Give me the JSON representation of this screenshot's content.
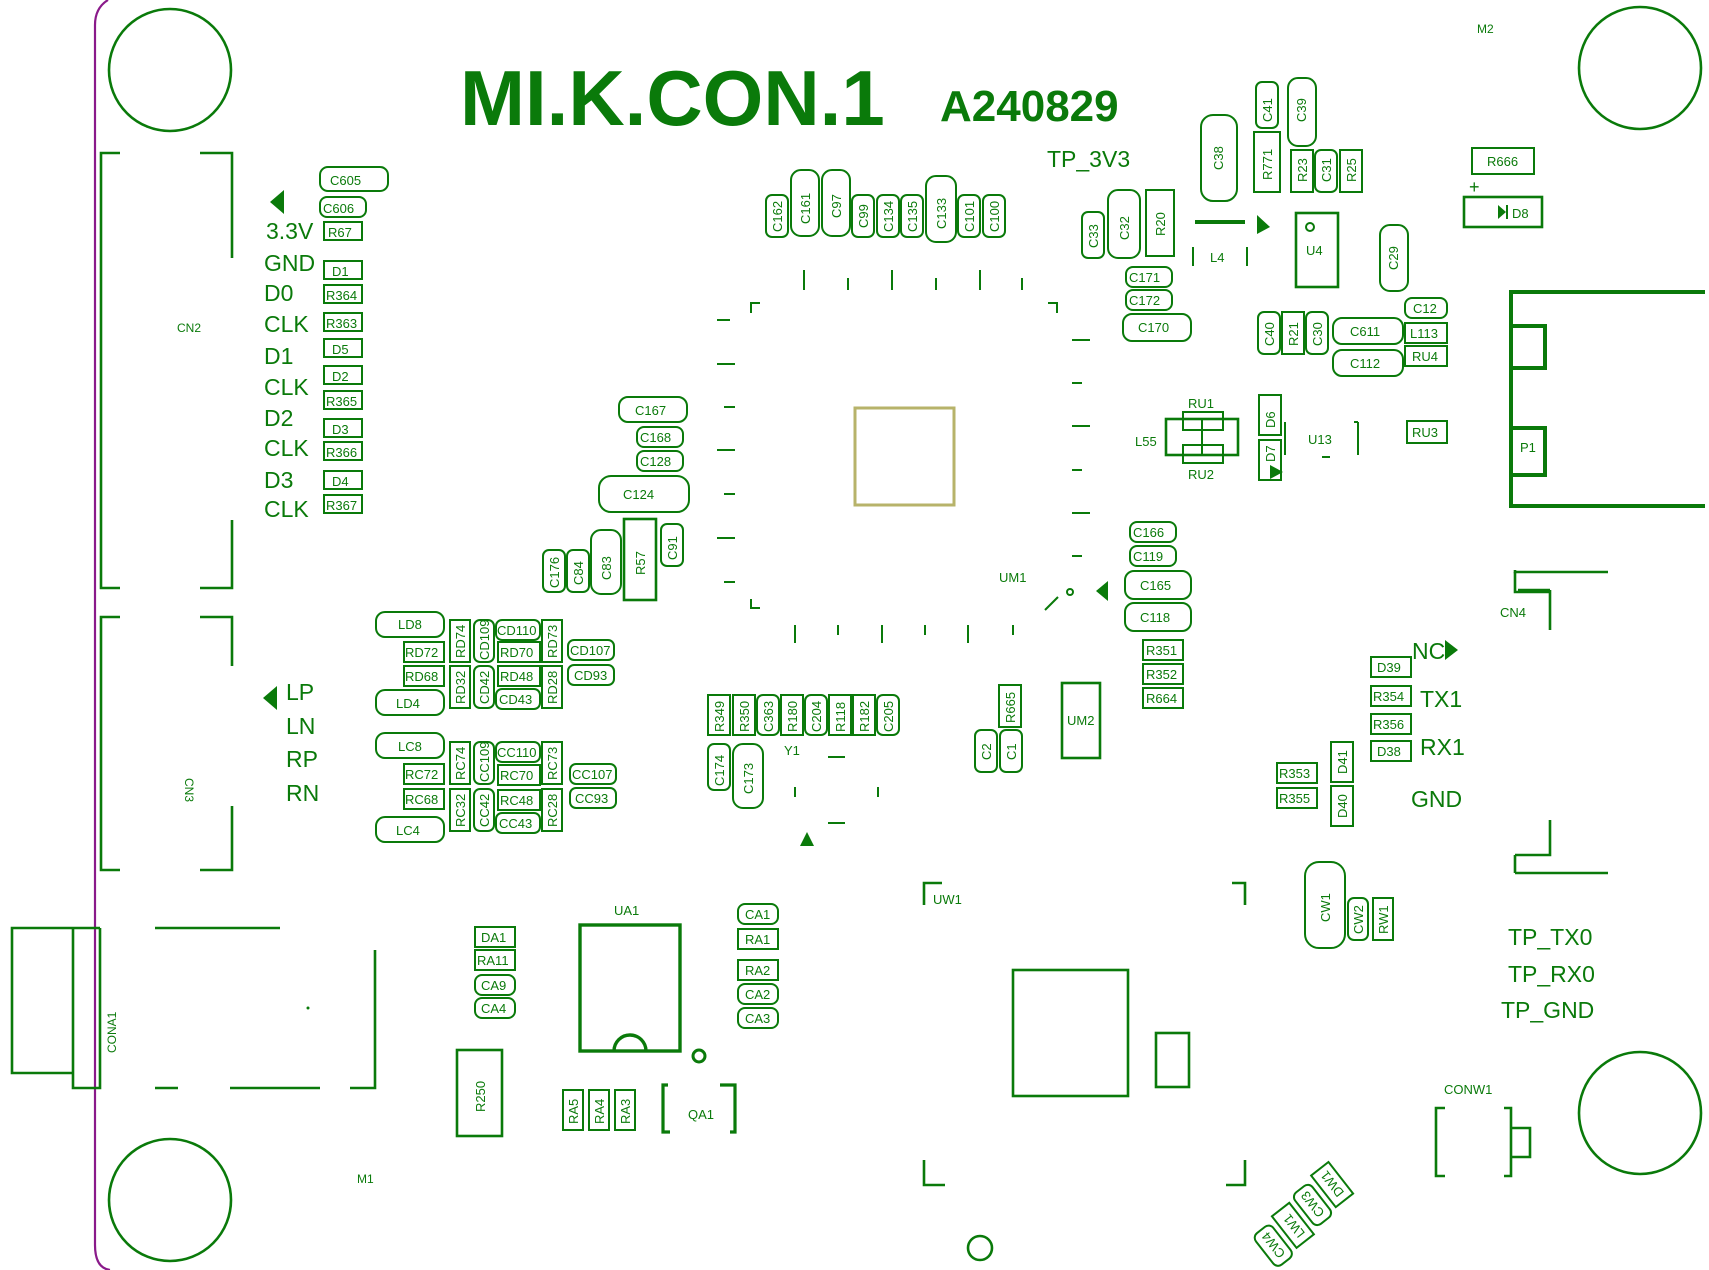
{
  "title": "MI.K.CON.1",
  "revision": "A240829",
  "test_points": {
    "tp_3v3": "TP_3V3",
    "tp_tx0": "TP_TX0",
    "tp_rx0": "TP_RX0",
    "tp_gnd": "TP_GND"
  },
  "cn2_pins": [
    "3.3V",
    "GND",
    "D0",
    "CLK",
    "D1",
    "CLK",
    "D2",
    "CLK",
    "D3",
    "CLK"
  ],
  "cn3_pins": [
    "LP",
    "LN",
    "RP",
    "RN"
  ],
  "cn4_pins": [
    "NC",
    "TX1",
    "RX1",
    "GND"
  ],
  "designators": {
    "c605": "C605",
    "c606": "C606",
    "r67": "R67",
    "d1": "D1",
    "r364": "R364",
    "r363": "R363",
    "d5": "D5",
    "d2": "D2",
    "r365": "R365",
    "d3": "D3",
    "r366": "R366",
    "d4": "D4",
    "r367": "R367",
    "cn2": "CN2",
    "cn3": "CN3",
    "cn4": "CN4",
    "cona1": "CONA1",
    "conw1": "CONW1",
    "m1": "M1",
    "m2": "M2",
    "c162": "C162",
    "c161": "C161",
    "c97": "C97",
    "c99": "C99",
    "c134": "C134",
    "c135": "C135",
    "c133": "C133",
    "c101": "C101",
    "c100": "C100",
    "c33": "C33",
    "c32": "C32",
    "r20": "R20",
    "c38": "C38",
    "c41": "C41",
    "r771": "R771",
    "c39": "C39",
    "r23": "R23",
    "c31": "C31",
    "r25": "R25",
    "r666": "R666",
    "d8": "D8",
    "l4": "L4",
    "u4": "U4",
    "c29": "C29",
    "c171": "C171",
    "c172": "C172",
    "c170": "C170",
    "c40": "C40",
    "r21": "R21",
    "c30": "C30",
    "c611": "C611",
    "c112": "C112",
    "c12": "C12",
    "l113": "L113",
    "ru4": "RU4",
    "ru1": "RU1",
    "ru2": "RU2",
    "l55": "L55",
    "d6": "D6",
    "d7": "D7",
    "u13": "U13",
    "ru3": "RU3",
    "p1": "P1",
    "c167": "C167",
    "c168": "C168",
    "c128": "C128",
    "c124": "C124",
    "c176": "C176",
    "c84": "C84",
    "c83": "C83",
    "r57": "R57",
    "c91": "C91",
    "um1": "UM1",
    "c166": "C166",
    "c119": "C119",
    "c165": "C165",
    "c118": "C118",
    "r351": "R351",
    "r352": "R352",
    "r664": "R664",
    "d39": "D39",
    "r354": "R354",
    "r356": "R356",
    "d38": "D38",
    "r353": "R353",
    "r355": "R355",
    "d41": "D41",
    "d40": "D40",
    "ld8": "LD8",
    "rd74": "RD74",
    "cd109": "CD109",
    "cd110": "CD110",
    "rd73": "RD73",
    "rd72": "RD72",
    "rd70": "RD70",
    "cd107": "CD107",
    "rd68": "RD68",
    "rd32": "RD32",
    "cd42": "CD42",
    "rd48": "RD48",
    "rd28": "RD28",
    "cd93": "CD93",
    "cd43": "CD43",
    "ld4": "LD4",
    "lc8": "LC8",
    "rc74": "RC74",
    "cc109": "CC109",
    "cc110": "CC110",
    "rc73": "RC73",
    "rc72": "RC72",
    "rc70": "RC70",
    "cc107": "CC107",
    "rc68": "RC68",
    "rc32": "RC32",
    "cc42": "CC42",
    "rc48": "RC48",
    "rc28": "RC28",
    "cc93": "CC93",
    "cc43": "CC43",
    "lc4": "LC4",
    "r349": "R349",
    "r350": "R350",
    "c363": "C363",
    "r180": "R180",
    "c204": "C204",
    "r118": "R118",
    "r182": "R182",
    "c205": "C205",
    "c174": "C174",
    "c173": "C173",
    "y1": "Y1",
    "r665": "R665",
    "c2": "C2",
    "c1": "C1",
    "um2": "UM2",
    "ua1": "UA1",
    "da1": "DA1",
    "ra11": "RA11",
    "ca9": "CA9",
    "ca4": "CA4",
    "r250": "R250",
    "ra5": "RA5",
    "ra4": "RA4",
    "ra3": "RA3",
    "qa1": "QA1",
    "ca1": "CA1",
    "ra1": "RA1",
    "ra2": "RA2",
    "ca2": "CA2",
    "ca3": "CA3",
    "uw1": "UW1",
    "cw1": "CW1",
    "cw2": "CW2",
    "rw1": "RW1",
    "cw4": "CW4",
    "lw1": "LW1",
    "cw3": "CW3",
    "dw1": "DW1"
  }
}
